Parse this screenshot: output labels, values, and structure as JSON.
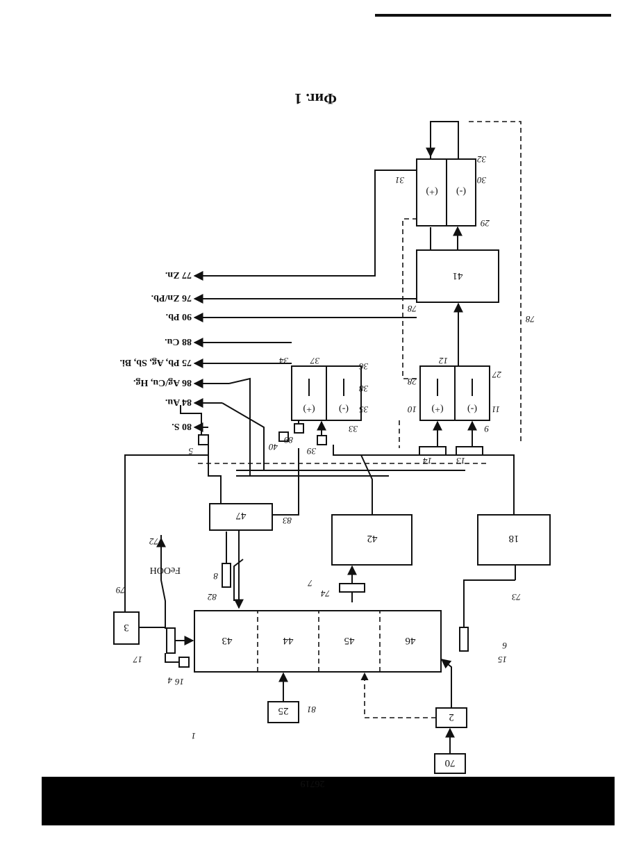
{
  "figure": {
    "caption": "Фиг. 1",
    "page_number": "26719",
    "system_ref": "1"
  },
  "blocks": {
    "b2": "2",
    "b3": "3",
    "b4": "4",
    "b5": "5",
    "b6": "6",
    "b7": "7",
    "b8": "8",
    "b13": "13",
    "b14": "14",
    "b16": "16",
    "b17": "17",
    "b18": "18",
    "b25": "25",
    "b39": "39",
    "b40": "40",
    "b41": "41",
    "b42": "42",
    "b47": "47",
    "b70": "70",
    "b89": "89",
    "reactor": {
      "s43": "43",
      "s44": "44",
      "s45": "45",
      "s46": "46"
    }
  },
  "electrolyzers": {
    "left": {
      "anode": "(+)",
      "cathode": "(-)",
      "anode_ref": "10",
      "cathode_ref": "11",
      "body_ref": "9",
      "membrane_ref": "12",
      "anolyte_ref": "28",
      "catholyte_ref": "27"
    },
    "mid": {
      "anode": "(+)",
      "cathode": "(-)",
      "anode_ref": "34",
      "cathode_ref": "35",
      "body_ref": "33",
      "membrane_ref": "37",
      "anolyte_ref": "36",
      "catholyte_ref": "38"
    },
    "top": {
      "anode": "(+)",
      "cathode": "(-)",
      "anode_ref": "31",
      "cathode_ref": "30",
      "body_ref": "29",
      "membrane_ref": "32"
    }
  },
  "labels": {
    "l1": "1",
    "l4": "4",
    "l6": "6",
    "l7": "7",
    "l8": "8",
    "l15": "15",
    "l16": "16",
    "l17": "17",
    "l72": "72",
    "l73": "73",
    "l74": "74",
    "l78a": "78",
    "l78b": "78",
    "l79": "79",
    "l81": "81",
    "l82": "82",
    "l83": "83",
    "feooh": "FeOOH"
  },
  "outputs": [
    {
      "id": "80",
      "text": "80 S."
    },
    {
      "id": "84",
      "text": "84 Au."
    },
    {
      "id": "86",
      "text": "86 Ag/Cu, Hg."
    },
    {
      "id": "75",
      "text": "75 Pb, Ag, Sb, Bi."
    },
    {
      "id": "88",
      "text": "88 Cu."
    },
    {
      "id": "90",
      "text": "90 Pb."
    },
    {
      "id": "76",
      "text": "76 Zn/Pb."
    },
    {
      "id": "77",
      "text": "77 Zn."
    }
  ]
}
